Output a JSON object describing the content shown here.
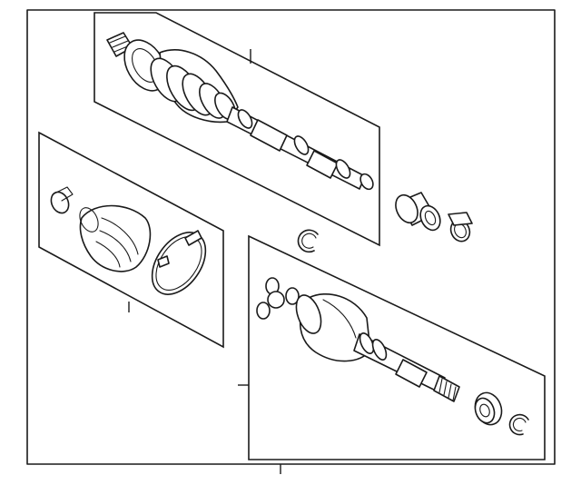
{
  "diagram": {
    "background_color": "#ffffff",
    "line_color": "#1a1a1a",
    "parts": [
      {
        "id": "axle-assembly",
        "icon": "cv-axle-assembly-icon"
      },
      {
        "id": "outer-boot-kit",
        "icon": "outer-boot-kit-icon"
      },
      {
        "id": "inner-joint-kit",
        "icon": "inner-joint-kit-icon"
      },
      {
        "id": "dust-deflector",
        "icon": "dust-deflector-icon"
      },
      {
        "id": "boot-clamp",
        "icon": "boot-clamp-icon"
      },
      {
        "id": "snap-ring-upper",
        "icon": "snap-ring-icon"
      },
      {
        "id": "snap-ring-lower",
        "icon": "snap-ring-icon"
      },
      {
        "id": "bearing-seal",
        "icon": "bearing-seal-icon"
      }
    ]
  }
}
